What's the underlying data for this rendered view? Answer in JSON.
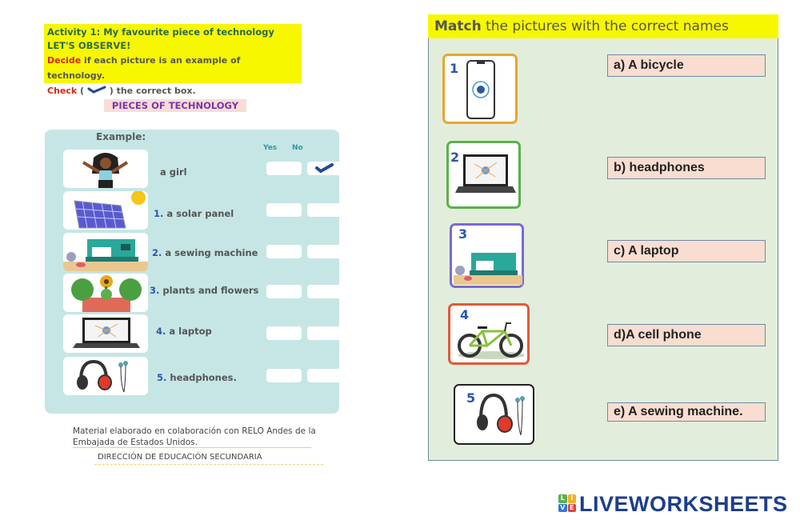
{
  "activity": {
    "title": "Activity 1: My favourite piece of technology LET'S OBSERVE!",
    "decide_word": "Decide",
    "decide_rest": " if each picture is an example of technology.",
    "check_word": "Check",
    "check_open": " ( ",
    "check_rest": " ) the correct box.",
    "section_title": "PIECES OF TECHNOLOGY",
    "example_label": "Example:",
    "yes_label": "Yes",
    "no_label": "No",
    "rows": [
      {
        "num": "",
        "label": "a girl",
        "image": "girl-picture",
        "checked": "no"
      },
      {
        "num": "1.",
        "label": " a solar panel",
        "image": "solar-panel-picture",
        "checked": ""
      },
      {
        "num": "2.",
        "label": " a sewing machine",
        "image": "sewing-machine-picture",
        "checked": ""
      },
      {
        "num": "3.",
        "label": " plants and flowers",
        "image": "plants-flowers-picture",
        "checked": ""
      },
      {
        "num": "4.",
        "label": " a laptop",
        "image": "laptop-picture",
        "checked": ""
      },
      {
        "num": "5.",
        "label": " headphones.",
        "image": "headphones-picture",
        "checked": ""
      }
    ],
    "footer_text": "Material elaborado en colaboración con RELO Andes de la Embajada de Estados Unidos.",
    "footer_dept": "DIRECCIÓN DE EDUCACIÓN SECUNDARIA"
  },
  "match": {
    "header_bold": "Match",
    "header_rest": " the pictures with the correct names",
    "pictures": [
      {
        "num": "1",
        "image": "cell-phone-picture",
        "border": "#e8a530"
      },
      {
        "num": "2",
        "image": "laptop-picture",
        "border": "#5cb04c"
      },
      {
        "num": "3",
        "image": "sewing-machine-picture",
        "border": "#7a6ad8"
      },
      {
        "num": "4",
        "image": "bicycle-picture",
        "border": "#e05a3a"
      },
      {
        "num": "5",
        "image": "headphones-picture",
        "border": "#222222"
      }
    ],
    "names": [
      "a) A bicycle",
      "b) headphones",
      "c) A laptop",
      "d)A cell phone",
      "e) A sewing machine."
    ]
  },
  "brand": {
    "name": "LIVEWORKSHEETS",
    "logo_letters": [
      "L",
      "I",
      "V",
      "E"
    ],
    "logo_colors": [
      "#5cb04c",
      "#f2b02a",
      "#2a7ad8",
      "#e04040"
    ]
  }
}
